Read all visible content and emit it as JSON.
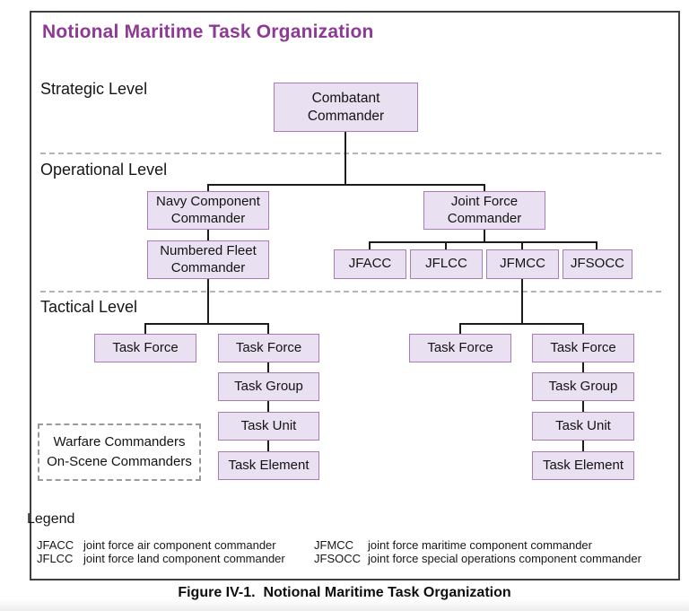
{
  "title": "Notional Maritime Task Organization",
  "levels": {
    "strategic": "Strategic Level",
    "operational": "Operational Level",
    "tactical": "Tactical Level"
  },
  "nodes": {
    "combatant_commander": "Combatant\nCommander",
    "navy_component_commander": "Navy Component\nCommander",
    "joint_force_commander": "Joint Force\nCommander",
    "numbered_fleet_commander": "Numbered Fleet\nCommander",
    "jfacc": "JFACC",
    "jflcc": "JFLCC",
    "jfmcc": "JFMCC",
    "jfsocc": "JFSOCC",
    "task_force": "Task Force",
    "task_group": "Task Group",
    "task_unit": "Task Unit",
    "task_element": "Task Element",
    "warfare_note": "Warfare Commanders\nOn-Scene Commanders"
  },
  "legend": {
    "heading": "Legend",
    "entries": [
      {
        "acronym": "JFACC",
        "definition": "joint force air component commander"
      },
      {
        "acronym": "JFLCC",
        "definition": "joint force land component commander"
      },
      {
        "acronym": "JFMCC",
        "definition": "joint force maritime component commander"
      },
      {
        "acronym": "JFSOCC",
        "definition": "joint force special operations component commander"
      }
    ]
  },
  "caption": "Figure IV-1.  Notional Maritime Task Organization",
  "colors": {
    "accent_purple": "#8e3996",
    "node_fill": "#e9e0f1",
    "node_border": "#a97cb5",
    "connector": "#1c1c1c"
  }
}
